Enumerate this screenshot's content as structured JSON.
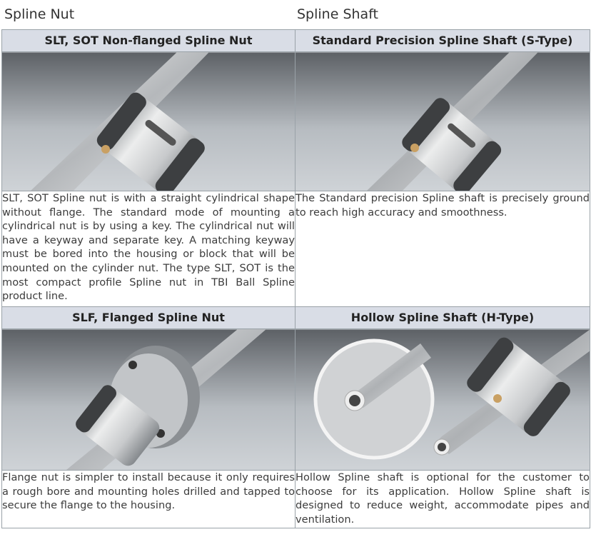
{
  "sections": {
    "left": "Spline Nut",
    "right": "Spline Shaft"
  },
  "cells": {
    "slt_sot": {
      "title": "SLT, SOT Non-flanged Spline Nut",
      "description": "SLT, SOT Spline nut is with a straight cylindrical shape without flange. The standard mode of mounting a cylindrical nut is by using a key. The cylindrical nut will have a keyway and separate key. A matching keyway must be bored into the housing or block that will be mounted on the cylinder nut. The type SLT, SOT is the most compact profile Spline nut in TBI Ball Spline product line."
    },
    "s_type": {
      "title": "Standard Precision Spline Shaft (S-Type)",
      "description": "The Standard precision Spline shaft is precisely ground to reach high accuracy and smoothness."
    },
    "slf": {
      "title": "SLF, Flanged Spline Nut",
      "description": "Flange nut is simpler to install because it only requires a rough bore and mounting holes drilled and tapped to secure the flange to the housing."
    },
    "h_type": {
      "title": "Hollow Spline Shaft (H-Type)",
      "description": "Hollow Spline shaft is optional for the customer to choose for its application. Hollow Spline shaft is designed to reduce weight, accommodate pipes and ventilation."
    }
  }
}
